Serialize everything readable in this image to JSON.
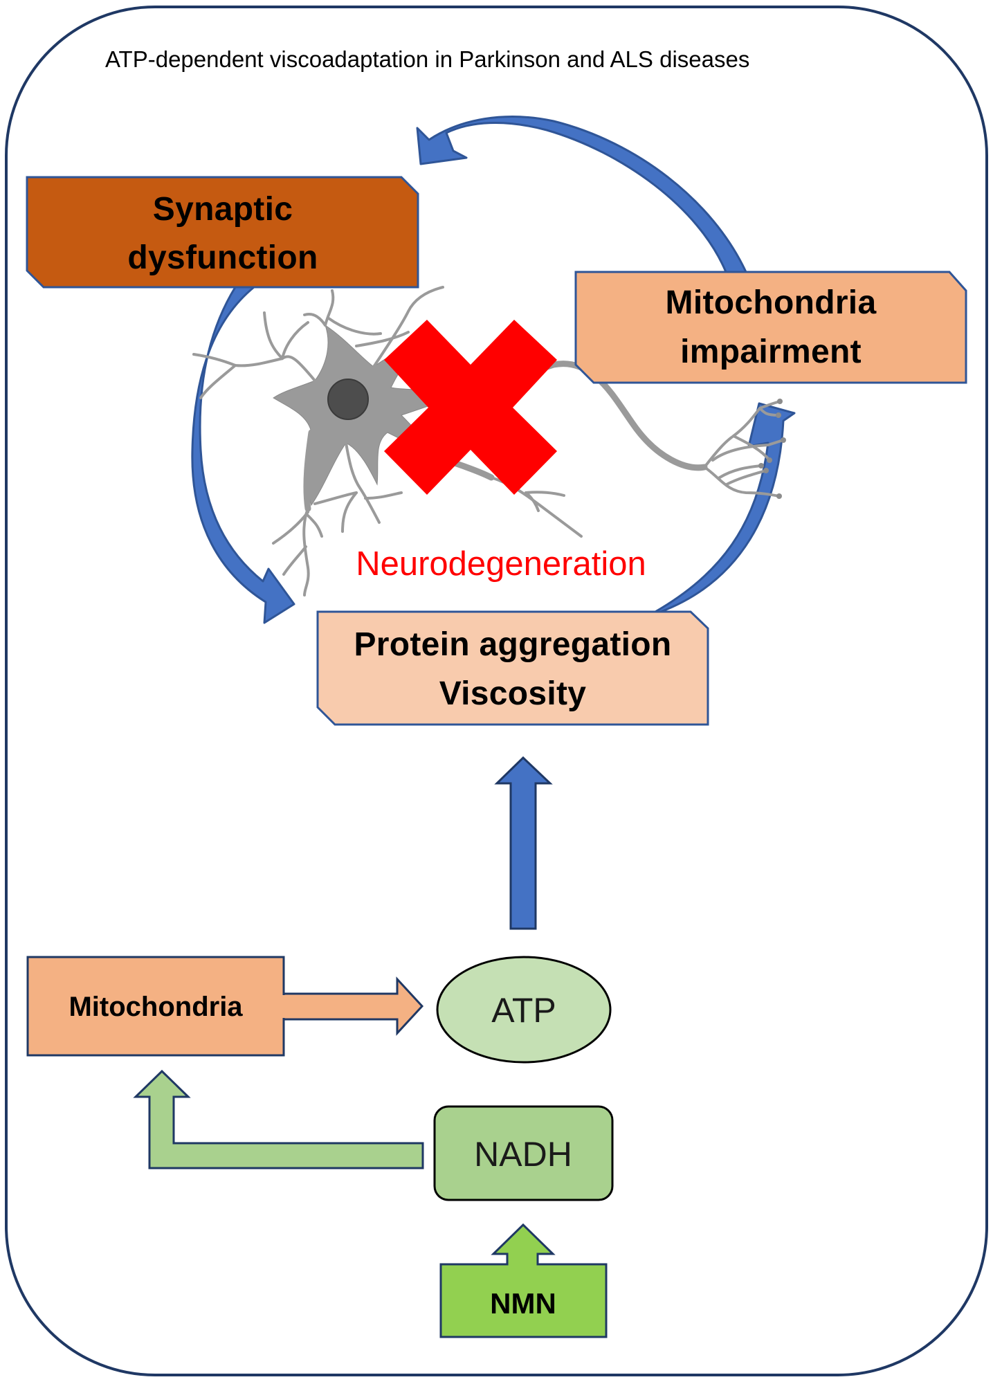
{
  "title": "ATP-dependent viscoadaptation in Parkinson and ALS diseases",
  "colors": {
    "frame": "#1f3864",
    "blue_arrow": "#4472c4",
    "blue_arrow_stroke": "#2f5597",
    "synaptic_fill": "#c55a11",
    "mito_impairment_fill": "#f4b183",
    "protein_fill": "#f8cbad",
    "mitochondria_fill": "#f4b183",
    "atp_fill": "#c5e0b4",
    "nadh_fill": "#a9d18e",
    "nmn_fill": "#92d050",
    "neuron_gray": "#9a9a9a",
    "nucleus": "#4d4d4d",
    "cross": "#ff0000",
    "neuro_text": "#ff0000"
  },
  "nodes": {
    "synaptic": {
      "line1": "Synaptic",
      "line2": "dysfunction"
    },
    "mito_impairment": {
      "line1": "Mitochondria",
      "line2": "impairment"
    },
    "protein": {
      "line1": "Protein aggregation",
      "line2": "Viscosity"
    },
    "neurodegeneration": "Neurodegeneration",
    "mitochondria": "Mitochondria",
    "atp": "ATP",
    "nadh": "NADH",
    "nmn": "NMN"
  },
  "icons": {
    "neuron": "neuron-icon",
    "cross": "cross-icon"
  }
}
